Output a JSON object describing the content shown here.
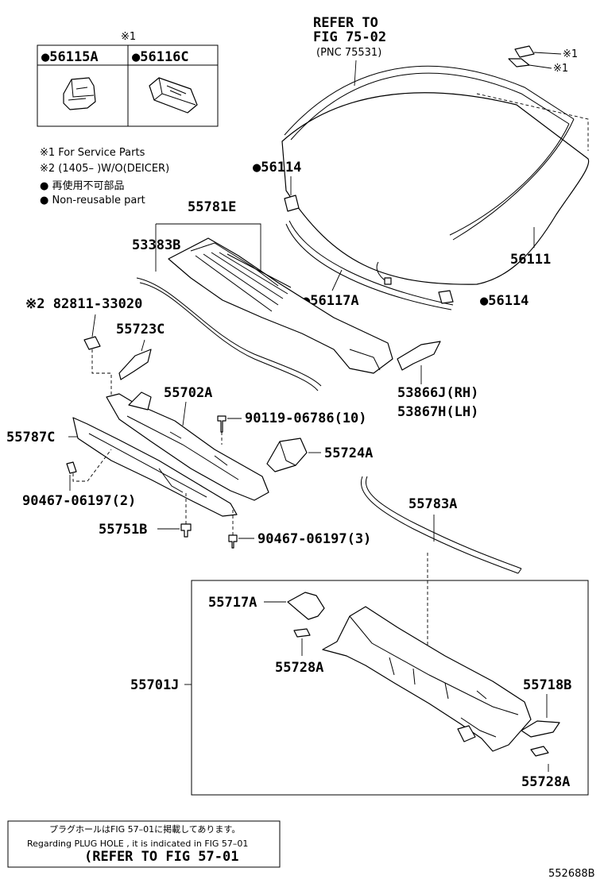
{
  "diagram_id": "552688B",
  "service_box": {
    "title": "※1",
    "cells": [
      {
        "part": "●56115A"
      },
      {
        "part": "●56116C"
      }
    ]
  },
  "notes": {
    "service_parts": "※1 For Service Parts",
    "deicer": "※2 (1405–        )W/O(DEICER)",
    "non_reusable_jp": "● 再使用不可部品",
    "non_reusable_en": "● Non-reusable part"
  },
  "refer_top": {
    "line1": "REFER TO",
    "line2": "FIG 75-02",
    "line3": "(PNC 75531)"
  },
  "labels": {
    "mark1_a": "※1",
    "mark1_b": "※1",
    "p56114_a": "●56114",
    "p55781E": "55781E",
    "p53383B": "53383B",
    "p56111": "56111",
    "p56117A": "●56117A",
    "p56114_b": "●56114",
    "p82811": "※2 82811-33020",
    "p55723C": "55723C",
    "p55702A": "55702A",
    "p53866J": "53866J(RH)",
    "p53867H": "53867H(LH)",
    "p90119": "90119-06786(10)",
    "p55787C": "55787C",
    "p55724A": "55724A",
    "p90467_2": "90467-06197(2)",
    "p55783A": "55783A",
    "p55751B": "55751B",
    "p90467_3": "90467-06197(3)",
    "p55717A": "55717A",
    "p55728A_a": "55728A",
    "p55701J": "55701J",
    "p55718B": "55718B",
    "p55728A_b": "55728A"
  },
  "footer_note": {
    "line_jp": "プラグホールはFIG 57–01に掲載してあります。",
    "line_en": "Regarding  PLUG  HOLE , it is indicated in FIG  57–01",
    "line_ref": "(REFER  TO  FIG  57-01"
  }
}
